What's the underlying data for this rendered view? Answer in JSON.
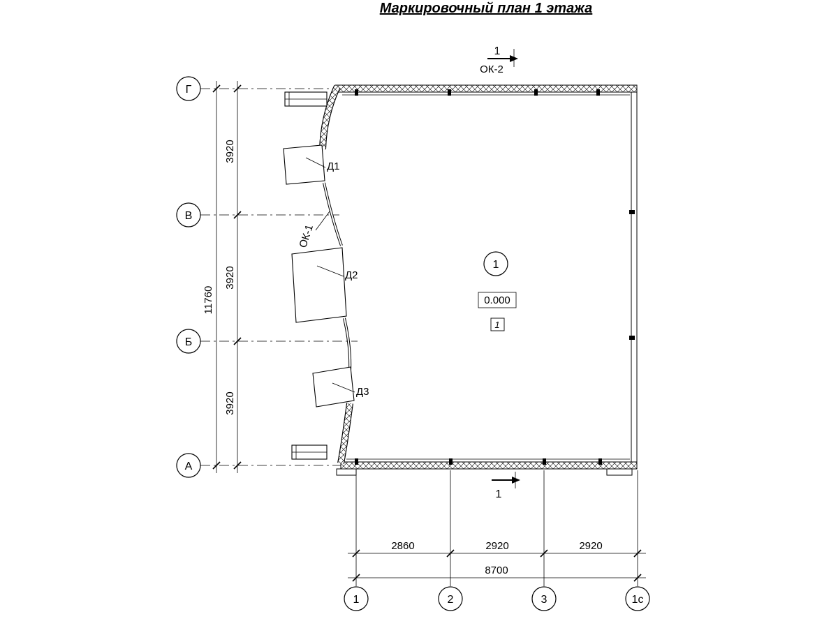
{
  "title": "Маркировочный план 1 этажа",
  "section_mark": {
    "number": "1"
  },
  "window_labels": {
    "ok1": "ОК-1",
    "ok2": "ОК-2"
  },
  "door_labels": {
    "d1": "Д1",
    "d2": "Д2",
    "d3": "Д3"
  },
  "room": {
    "number": "1",
    "elevation": "0.000",
    "floor_type": "1"
  },
  "axes": {
    "rows": [
      "Г",
      "В",
      "Б",
      "А"
    ],
    "cols": [
      "1",
      "2",
      "3",
      "1с"
    ]
  },
  "dimensions": {
    "row_segments": [
      "3920",
      "3920",
      "3920"
    ],
    "row_total": "11760",
    "col_segments": [
      "2860",
      "2920",
      "2920"
    ],
    "col_total": "8700"
  }
}
